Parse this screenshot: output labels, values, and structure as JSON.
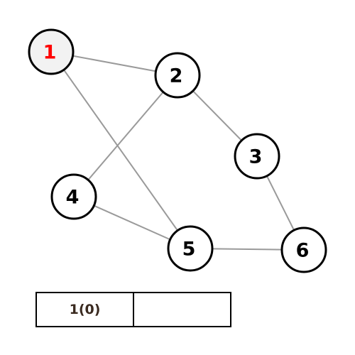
{
  "diagram": {
    "nodes": [
      {
        "id": "1",
        "label": "1",
        "visited": true,
        "color": "#ff0000"
      },
      {
        "id": "2",
        "label": "2",
        "visited": false
      },
      {
        "id": "3",
        "label": "3",
        "visited": false
      },
      {
        "id": "4",
        "label": "4",
        "visited": false
      },
      {
        "id": "5",
        "label": "5",
        "visited": false
      },
      {
        "id": "6",
        "label": "6",
        "visited": false
      }
    ],
    "edges": [
      [
        "1",
        "2"
      ],
      [
        "1",
        "5"
      ],
      [
        "2",
        "4"
      ],
      [
        "2",
        "3"
      ],
      [
        "4",
        "5"
      ],
      [
        "3",
        "6"
      ],
      [
        "5",
        "6"
      ]
    ]
  },
  "queue": {
    "cells": [
      "1(0)",
      ""
    ]
  }
}
